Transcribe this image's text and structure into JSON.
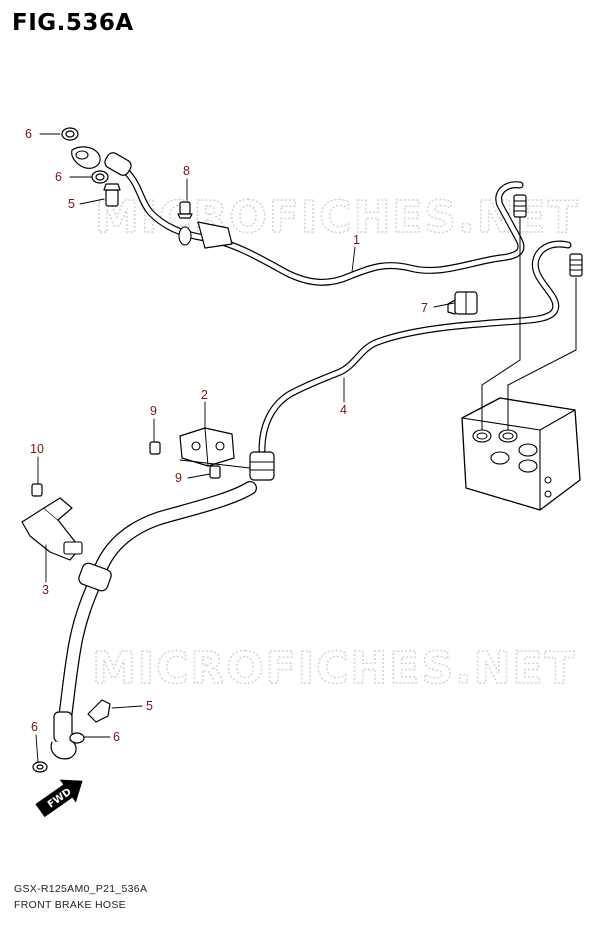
{
  "figure": {
    "title": "FIG.536A"
  },
  "watermark": {
    "text": "MICROFICHES.NET"
  },
  "direction_arrow": {
    "label": "FWD"
  },
  "footer": {
    "code": "GSX-R125AM0_P21_536A",
    "name": "FRONT BRAKE HOSE"
  },
  "callouts": {
    "c1": "1",
    "c2": "2",
    "c3": "3",
    "c4": "4",
    "c5a": "5",
    "c5b": "5",
    "c6a": "6",
    "c6b": "6",
    "c6c": "6",
    "c6d": "6",
    "c7": "7",
    "c8": "8",
    "c9a": "9",
    "c9b": "9",
    "c10": "10"
  },
  "colors": {
    "callout": "#7a1212",
    "line": "#000000",
    "watermark": "#cfcfcf"
  }
}
